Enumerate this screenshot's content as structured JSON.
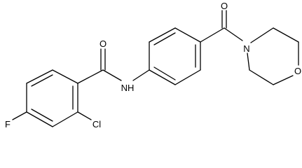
{
  "atoms": {
    "o_amide": "O",
    "nh": "NH",
    "o_carbonyl": "O",
    "n_morpholine": "N",
    "o_morpholine": "O",
    "f": "F",
    "cl": "Cl"
  },
  "colors": {
    "bond": "#000000",
    "label": "#000000",
    "background": "#ffffff"
  }
}
